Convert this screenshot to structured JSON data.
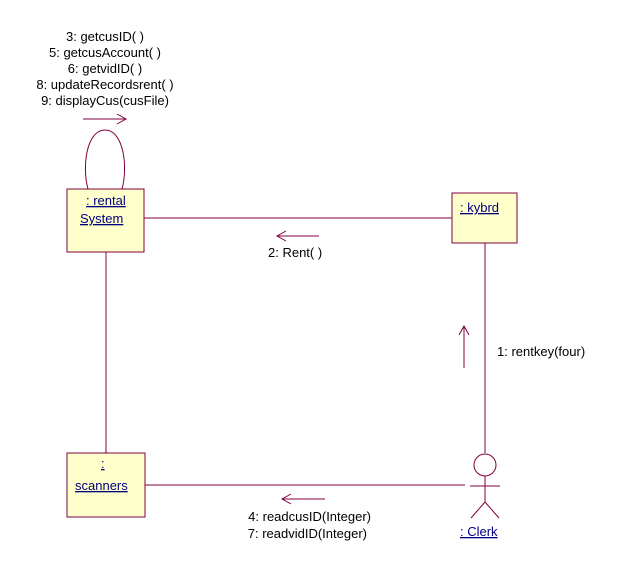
{
  "colors": {
    "line": "#800040",
    "box_fill": "#ffffcc",
    "object_text": "#000080",
    "message_text": "#000000",
    "background": "#ffffff"
  },
  "objects": {
    "rental_system": {
      "line1": ": rental",
      "line2": "System"
    },
    "kybrd": {
      "label": ": kybrd"
    },
    "scanners": {
      "line1": ":",
      "line2": "scanners"
    },
    "clerk": {
      "label": ": Clerk"
    }
  },
  "messages": {
    "self": [
      "3: getcusID( )",
      "5: getcusAccount( )",
      "6: getvidID( )",
      "8: updateRecordsrent( )",
      "9: displayCus(cusFile)"
    ],
    "kybrd_to_system": "2: Rent( )",
    "clerk_to_kybrd": "1: rentkey(four)",
    "clerk_to_scanners": [
      "4: readcusID(Integer)",
      "7: readvidID(Integer)"
    ]
  }
}
